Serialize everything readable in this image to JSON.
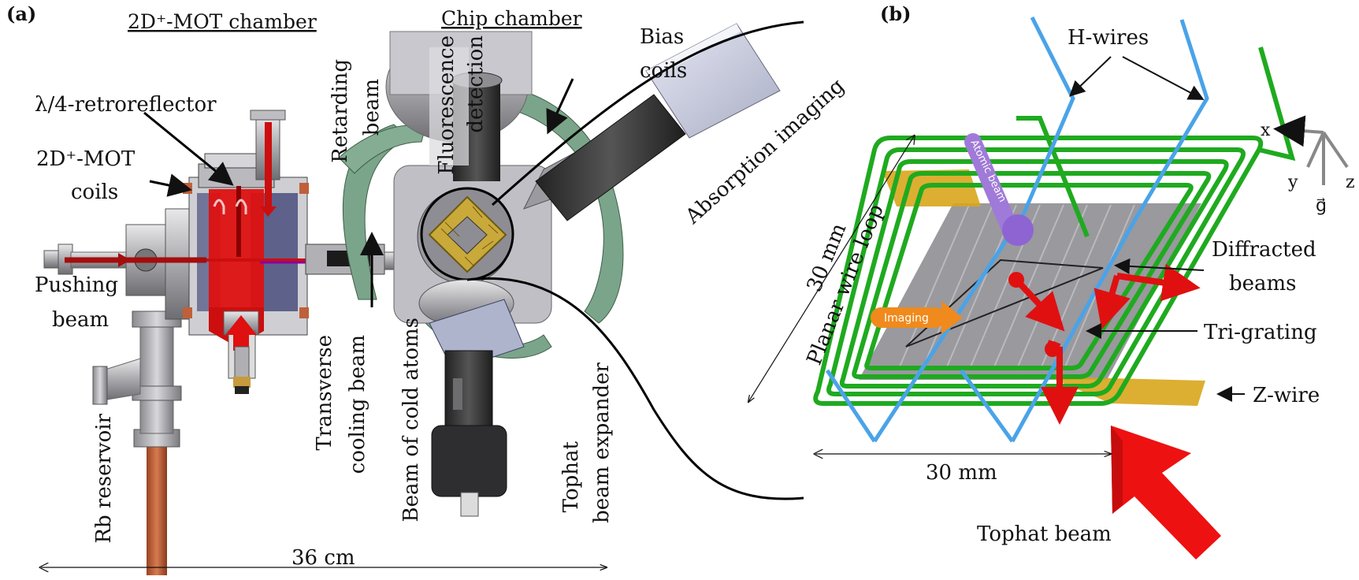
{
  "panel_a": {
    "letter": "(a)",
    "title_left": "2D⁺-MOT chamber",
    "title_right": "Chip chamber",
    "labels": {
      "retroreflector": "λ/4-retroreflector",
      "mot_coils_1": "2D⁺-MOT",
      "mot_coils_2": "coils",
      "pushing_1": "Pushing",
      "pushing_2": "beam",
      "retarding_1": "Retarding",
      "retarding_2": "beam",
      "fluorescence_1": "Fluorescence",
      "fluorescence_2": "detection",
      "bias_1": "Bias",
      "bias_2": "coils",
      "absorption": "Absorption imaging",
      "transverse_1": "Transverse",
      "transverse_2": "cooling beam",
      "cold_atoms": "Beam of cold atoms",
      "tophat_1": "Tophat",
      "tophat_2": "beam expander",
      "rb_reservoir": "Rb reservoir",
      "scale": "36 cm"
    }
  },
  "panel_b": {
    "letter": "(b)",
    "labels": {
      "h_wires": "H-wires",
      "atomic_beam": "Atomic beam",
      "imaging": "Imaging",
      "planar_loop": "Planar wire loop",
      "size_side": "30 mm",
      "size_bottom": "30 mm",
      "diffracted_1": "Diffracted",
      "diffracted_2": "beams",
      "tri_grating": "Tri-grating",
      "z_wire": "Z-wire",
      "tophat_beam": "Tophat beam",
      "axis_x": "x",
      "axis_y": "y",
      "axis_z": "z",
      "axis_g": "g⃗"
    }
  },
  "colors": {
    "laser_red": "#e01010",
    "wire_green": "#1faa1f",
    "wire_blue": "#4aa3e8",
    "wire_gold": "#d8a61c",
    "coil_green": "#7ba58a",
    "copper": "#c0603a",
    "chip_gold": "#c9a93a",
    "atomic_purple": "#a07ad8",
    "imaging_orange": "#f08a1c"
  }
}
